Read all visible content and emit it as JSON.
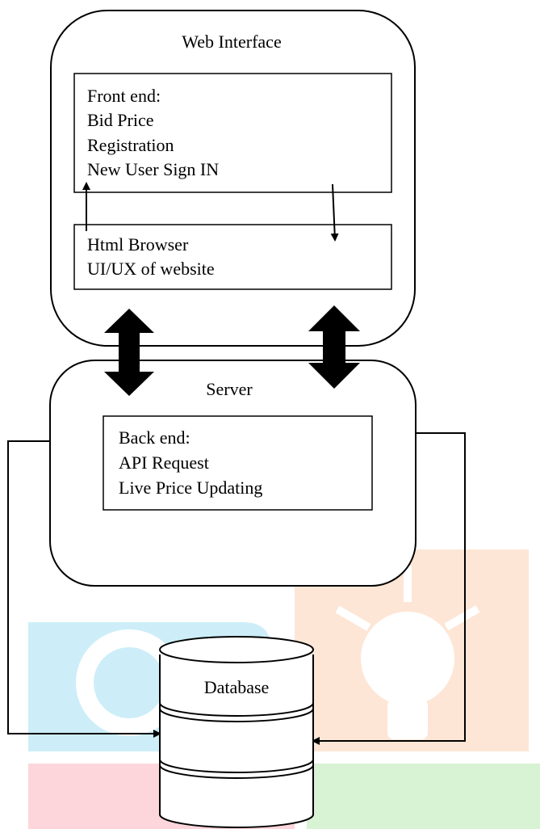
{
  "watermark": {
    "colors": {
      "blue": "#c9ecf7",
      "orange": "#fde3d2",
      "green": "#d5f0d0",
      "pink": "#fbd0d6"
    },
    "icons": [
      "gear-icon",
      "lightbulb-icon"
    ]
  },
  "web_interface": {
    "title": "Web Interface",
    "front_end": {
      "lines": [
        "Front end:",
        "Bid Price",
        "Registration",
        "New User Sign IN"
      ]
    },
    "browser": {
      "lines": [
        "Html Browser",
        "UI/UX of website"
      ]
    }
  },
  "server": {
    "title": "Server",
    "back_end": {
      "lines": [
        "Back end:",
        "API Request",
        "Live Price Updating"
      ]
    }
  },
  "database": {
    "title": "Database"
  },
  "colors": {
    "stroke": "#000000",
    "background": "#ffffff"
  }
}
